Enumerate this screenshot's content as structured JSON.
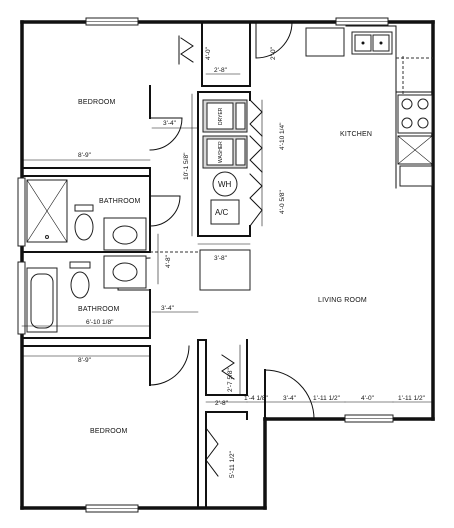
{
  "rooms": {
    "bedroom_top": "BEDROOM",
    "bedroom_bottom": "BEDROOM",
    "kitchen": "KITCHEN",
    "living_room": "LIVING ROOM",
    "bathroom_top": "BATHROOM",
    "bathroom_bottom": "BATHROOM"
  },
  "fixtures": {
    "dryer": "DRYER",
    "washer": "WASHER",
    "water_heater": "WH",
    "air_conditioner": "A/C"
  },
  "dimensions": {
    "closet_top_h": "4'-0\"",
    "closet_top_w": "2'-8\"",
    "pantry_w": "2'-0\"",
    "bedroom_top_hall": "3'-4\"",
    "bedroom_top_width": "8'-9\"",
    "hall_length": "10'-1 5/8\"",
    "laundry_1": "4'-10 1/4\"",
    "laundry_2": "4'-0 5/8\"",
    "hall_width": "4'-8\"",
    "counter_width": "3'-8\"",
    "bath_width": "6'-10 1/8\"",
    "bath_hall": "3'-4\"",
    "bedroom_bottom_width": "8'-9\"",
    "closet_bottom_h": "2'-7 5/8\"",
    "closet_bottom_w": "2'-8\"",
    "wall_a": "1'-4 1/8\"",
    "entry": "3'-4\"",
    "wall_b": "1'-11 1/2\"",
    "window_living": "4'-0\"",
    "wall_c": "1'-11 1/2\"",
    "closet_bottom_long": "5'-11 1/2\""
  }
}
